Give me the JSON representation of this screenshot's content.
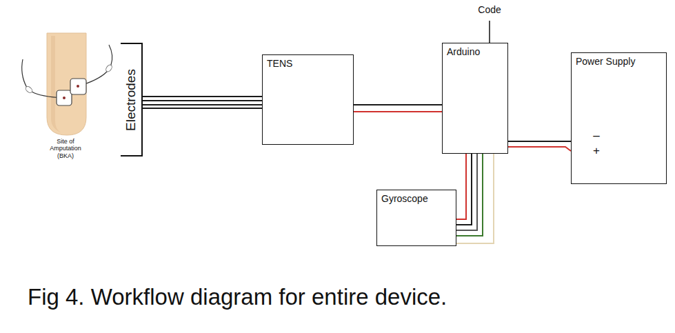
{
  "diagram": {
    "caption": "Fig 4. Workflow diagram for entire device.",
    "nodes": [
      {
        "text": [
          "Electrodes"
        ]
      },
      {
        "text": [
          "TENS"
        ]
      },
      {
        "text": [
          "Arduino"
        ]
      },
      {
        "text": [
          "Power Supply"
        ]
      },
      {
        "text": [
          "Gyroscope"
        ]
      }
    ],
    "edges": [
      {
        "from": 0,
        "to": 1,
        "arrow": "none"
      },
      {
        "from": 1,
        "to": 2,
        "arrow": "none"
      },
      {
        "from": 2,
        "to": 3,
        "arrow": "none"
      },
      {
        "from": 2,
        "to": 4,
        "arrow": "none"
      }
    ],
    "labels": [
      "Code",
      "Site of Amputation (BKA)",
      "–",
      "+"
    ]
  }
}
